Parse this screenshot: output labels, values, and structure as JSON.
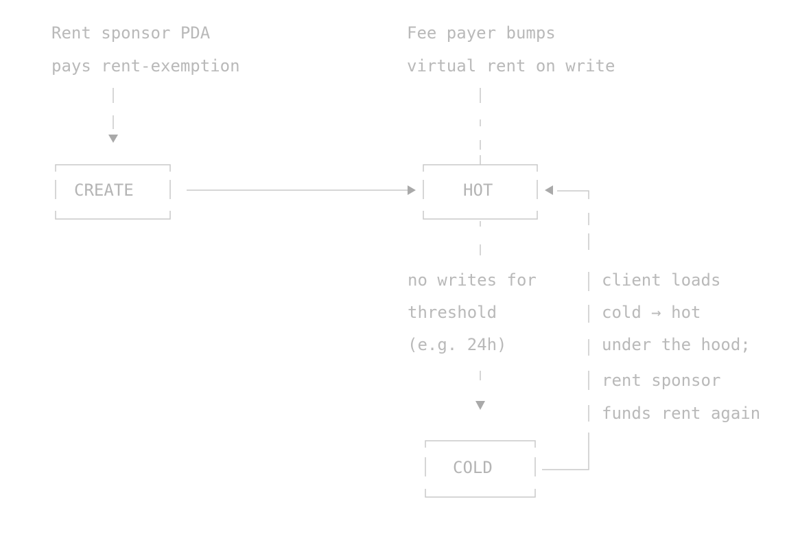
{
  "annotations": {
    "create_note": [
      "Rent sponsor PDA",
      "pays rent-exemption"
    ],
    "hot_note": [
      "Fee payer bumps",
      "virtual rent on write"
    ],
    "cool_note": [
      "no writes for",
      "threshold",
      "(e.g. 24h)"
    ],
    "reload_note": [
      "client loads",
      "cold → hot",
      "under the hood;",
      "rent sponsor",
      "funds rent again"
    ]
  },
  "nodes": {
    "create": "CREATE",
    "hot": "HOT",
    "cold": "COLD"
  },
  "colors": {
    "ink": "#b9b9b9",
    "line": "#c8c8c8",
    "arrow": "#a8a8a8"
  }
}
